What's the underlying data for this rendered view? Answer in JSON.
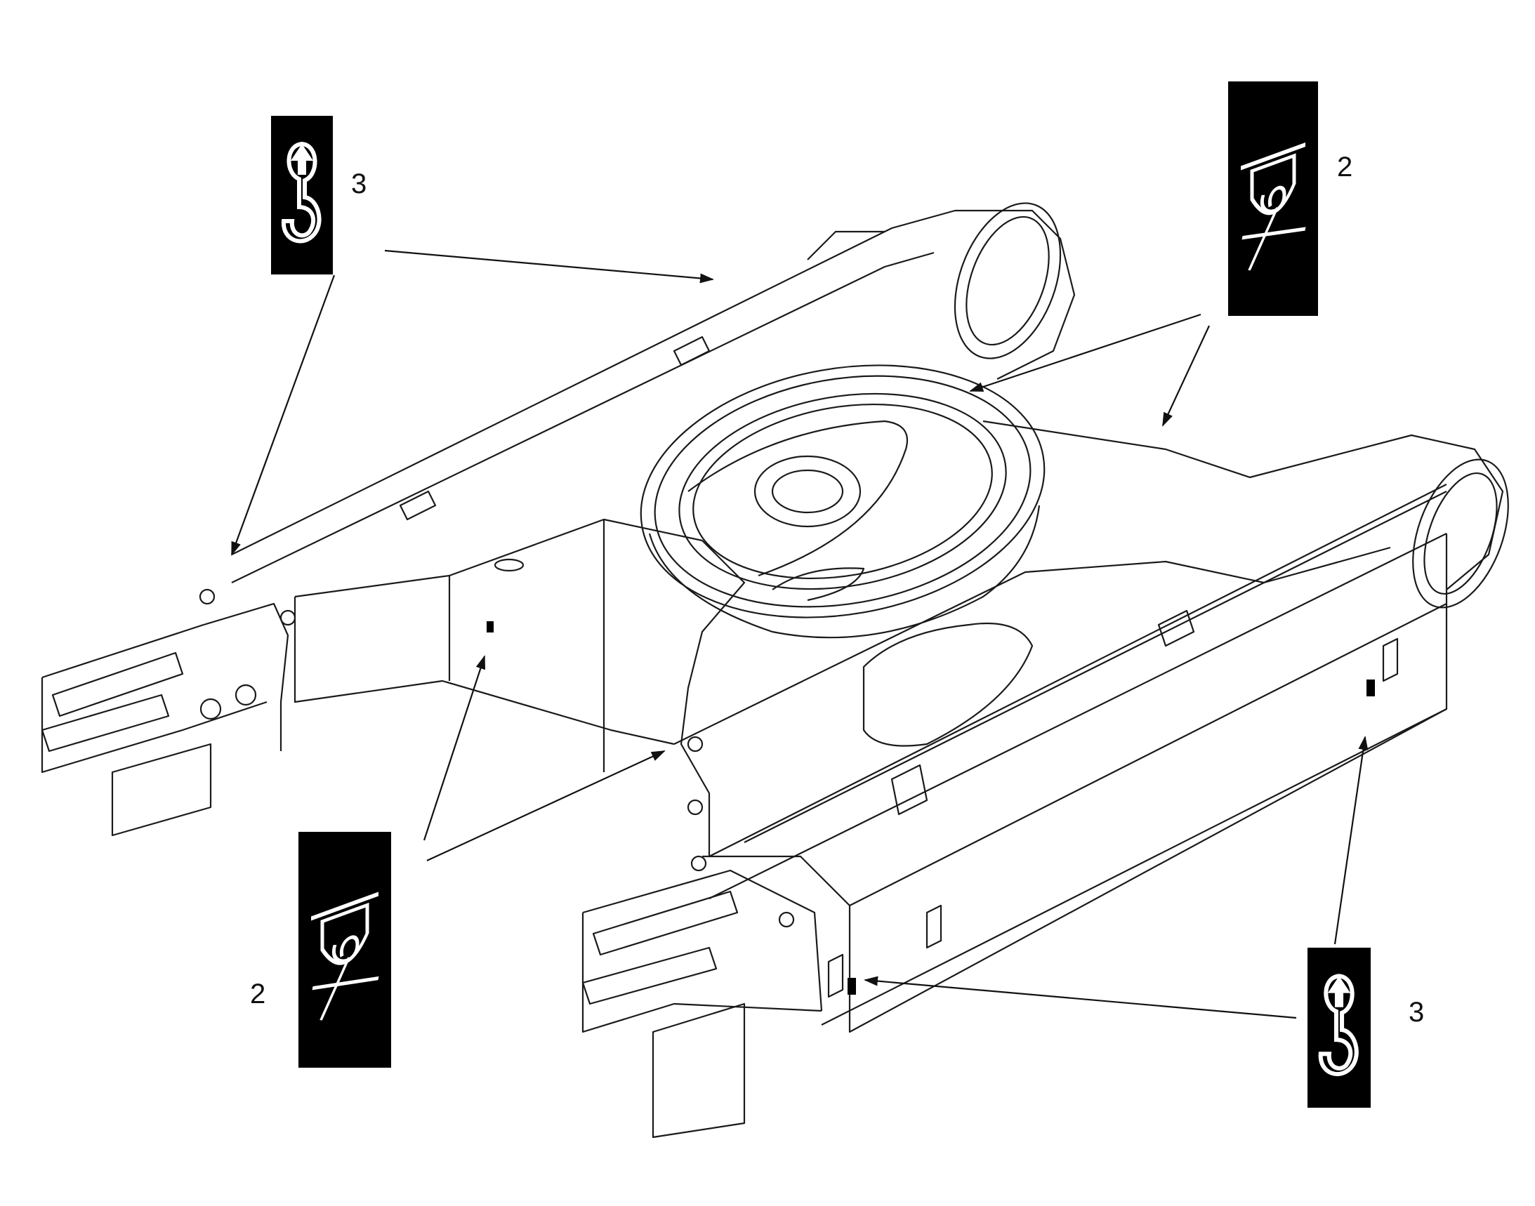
{
  "callouts": [
    {
      "id": "top-left",
      "number": "3",
      "symbol": "lifting-hook-icon"
    },
    {
      "id": "top-right",
      "number": "2",
      "symbol": "tie-down-icon"
    },
    {
      "id": "bottom-left",
      "number": "2",
      "symbol": "tie-down-icon"
    },
    {
      "id": "bottom-right",
      "number": "3",
      "symbol": "lifting-hook-icon"
    }
  ],
  "colors": {
    "line": "#1a1a1a",
    "decal": "#000000",
    "background": "#ffffff"
  }
}
